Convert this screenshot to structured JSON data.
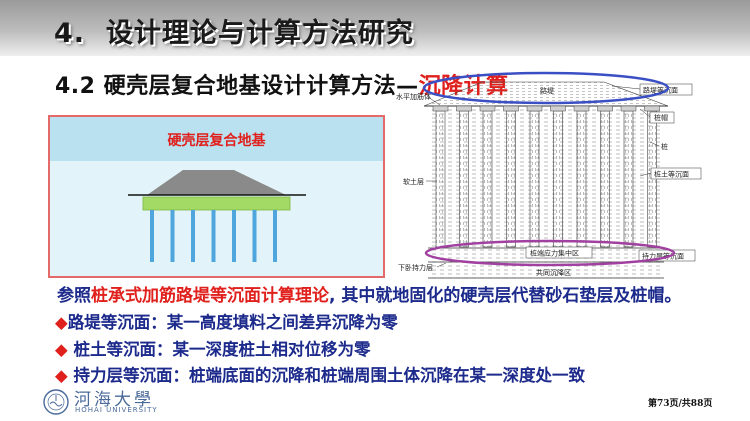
{
  "slide": {
    "title": "4.  设计理论与计算方法研究",
    "subtitle_prefix": "4.2 硬壳层复合地基设计计算方法—",
    "subtitle_highlight": "沉降计算"
  },
  "left_diagram": {
    "label": "硬壳层复合地基"
  },
  "right_diagram": {
    "labels": {
      "horizontal_reinforcement": "水平加筋体",
      "embankment": "路堤",
      "embankment_plane": "路堤等沉面",
      "pile_cap": "桩帽",
      "pile": "桩",
      "soft_soil": "软土层",
      "pile_soil_plane": "桩土等沉面",
      "stress_zone": "桩端应力集中区",
      "bearing_plane": "持力层等沉面",
      "lower_bearing": "下卧持力层",
      "common_zone": "共同沉降区"
    }
  },
  "body": {
    "intro": {
      "prefix": "参照",
      "highlight": "桩承式加筋路堤等沉面计算理论",
      "suffix": ", 其中就地固化的硬壳层代替砂石垫层及桩帽。"
    },
    "bullets": [
      {
        "symbol": "◆",
        "term": "路堤等沉面：",
        "text": "某一高度填料之间差异沉降为零"
      },
      {
        "symbol": "◆ ",
        "term": "桩土等沉面：",
        "text": "某一深度桩土相对位移为零"
      },
      {
        "symbol": "◆ ",
        "term": "持力层等沉面：",
        "text": "桩端底面的沉降和桩端周围土体沉降在某一深度处一致"
      }
    ]
  },
  "footer": {
    "logo_cn": "河海大學",
    "logo_en": "HOHAI UNIVERSITY",
    "page": "第73页/共88页"
  },
  "colors": {
    "accent_red": "#e0201c",
    "text_navy": "#1c2a8c",
    "pile_blue": "#4ea6dc",
    "crust_green": "#a3d965",
    "ellipse_blue": "#3b4fc4",
    "ellipse_purple": "#a040a0"
  }
}
